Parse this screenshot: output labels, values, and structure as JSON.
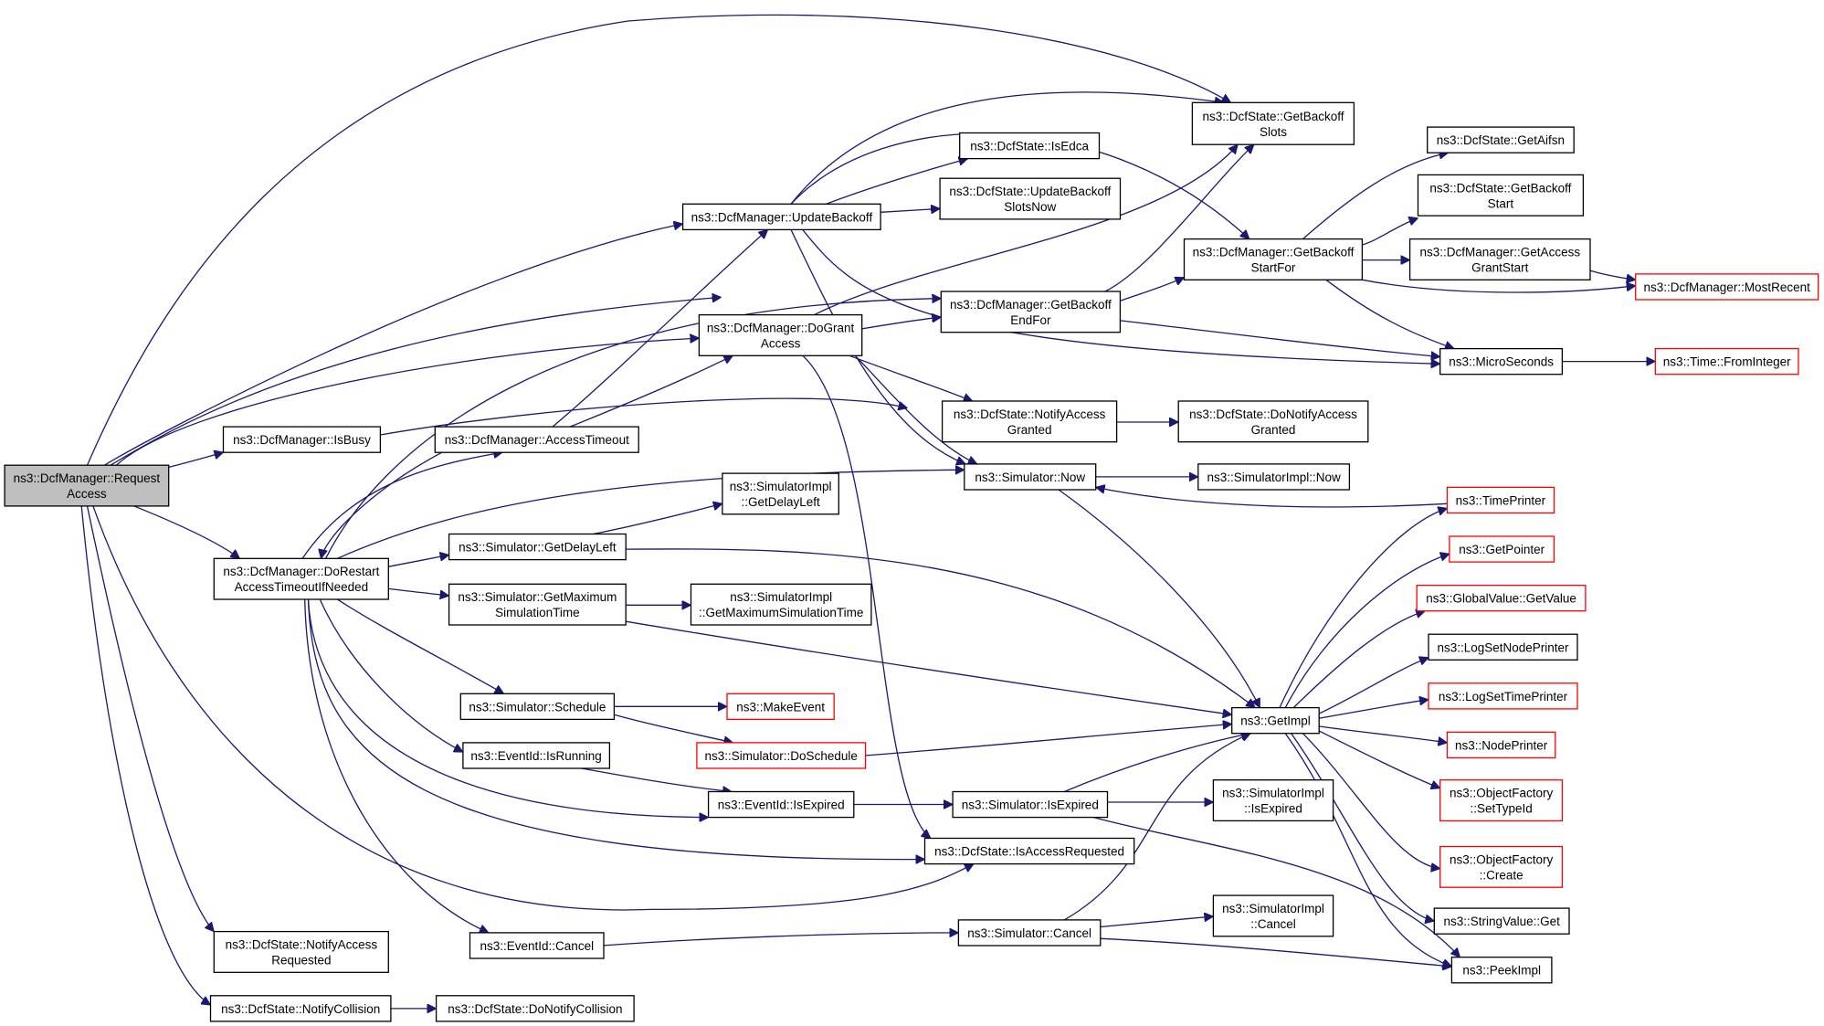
{
  "graph": {
    "colors": {
      "edge": "#191970",
      "node_border": "#000000",
      "truncated_node_border": "#ff0000",
      "focus_node_fill": "#bfbfbf",
      "node_fill": "#ffffff"
    },
    "nodes": {
      "request_access": {
        "lines": [
          "ns3::DcfManager::Request",
          "Access"
        ],
        "focus": true
      },
      "is_busy": {
        "lines": [
          "ns3::DcfManager::IsBusy"
        ]
      },
      "do_restart": {
        "lines": [
          "ns3::DcfManager::DoRestart",
          "AccessTimeoutIfNeeded"
        ]
      },
      "notify_access_requested": {
        "lines": [
          "ns3::DcfState::NotifyAccess",
          "Requested"
        ]
      },
      "notify_collision": {
        "lines": [
          "ns3::DcfState::NotifyCollision"
        ]
      },
      "do_notify_collision": {
        "lines": [
          "ns3::DcfState::DoNotifyCollision"
        ]
      },
      "update_backoff": {
        "lines": [
          "ns3::DcfManager::UpdateBackoff"
        ]
      },
      "do_grant_access": {
        "lines": [
          "ns3::DcfManager::DoGrant",
          "Access"
        ]
      },
      "access_timeout": {
        "lines": [
          "ns3::DcfManager::AccessTimeout"
        ]
      },
      "get_delay_left": {
        "lines": [
          "ns3::Simulator::GetDelayLeft"
        ]
      },
      "get_maximum_sim_time": {
        "lines": [
          "ns3::Simulator::GetMaximum",
          "SimulationTime"
        ]
      },
      "schedule": {
        "lines": [
          "ns3::Simulator::Schedule"
        ]
      },
      "eventid_is_running": {
        "lines": [
          "ns3::EventId::IsRunning"
        ]
      },
      "eventid_cancel": {
        "lines": [
          "ns3::EventId::Cancel"
        ]
      },
      "impl_get_delay_left": {
        "lines": [
          "ns3::SimulatorImpl",
          "::GetDelayLeft"
        ]
      },
      "impl_get_max_sim_time": {
        "lines": [
          "ns3::SimulatorImpl",
          "::GetMaximumSimulationTime"
        ]
      },
      "make_event": {
        "lines": [
          "ns3::MakeEvent"
        ],
        "truncated": true
      },
      "do_schedule": {
        "lines": [
          "ns3::Simulator::DoSchedule"
        ],
        "truncated": true
      },
      "eventid_is_expired": {
        "lines": [
          "ns3::EventId::IsExpired"
        ]
      },
      "is_edca": {
        "lines": [
          "ns3::DcfState::IsEdca"
        ]
      },
      "update_backoff_slots_now": {
        "lines": [
          "ns3::DcfState::UpdateBackoff",
          "SlotsNow"
        ]
      },
      "get_backoff_end_for": {
        "lines": [
          "ns3::DcfManager::GetBackoff",
          "EndFor"
        ]
      },
      "notify_access_granted": {
        "lines": [
          "ns3::DcfState::NotifyAccess",
          "Granted"
        ]
      },
      "simulator_now": {
        "lines": [
          "ns3::Simulator::Now"
        ]
      },
      "simulator_is_expired": {
        "lines": [
          "ns3::Simulator::IsExpired"
        ]
      },
      "is_access_requested": {
        "lines": [
          "ns3::DcfState::IsAccessRequested"
        ]
      },
      "simulator_cancel": {
        "lines": [
          "ns3::Simulator::Cancel"
        ]
      },
      "get_backoff_slots": {
        "lines": [
          "ns3::DcfState::GetBackoff",
          "Slots"
        ]
      },
      "get_backoff_start_for": {
        "lines": [
          "ns3::DcfManager::GetBackoff",
          "StartFor"
        ]
      },
      "do_notify_access_granted": {
        "lines": [
          "ns3::DcfState::DoNotifyAccess",
          "Granted"
        ]
      },
      "impl_now": {
        "lines": [
          "ns3::SimulatorImpl::Now"
        ]
      },
      "get_impl": {
        "lines": [
          "ns3::GetImpl"
        ]
      },
      "impl_is_expired": {
        "lines": [
          "ns3::SimulatorImpl",
          "::IsExpired"
        ]
      },
      "impl_cancel": {
        "lines": [
          "ns3::SimulatorImpl",
          "::Cancel"
        ]
      },
      "get_aifsn": {
        "lines": [
          "ns3::DcfState::GetAifsn"
        ]
      },
      "get_backoff_start": {
        "lines": [
          "ns3::DcfState::GetBackoff",
          "Start"
        ]
      },
      "get_access_grant_start": {
        "lines": [
          "ns3::DcfManager::GetAccess",
          "GrantStart"
        ]
      },
      "micro_seconds": {
        "lines": [
          "ns3::MicroSeconds"
        ]
      },
      "time_printer": {
        "lines": [
          "ns3::TimePrinter"
        ],
        "truncated": true
      },
      "get_pointer": {
        "lines": [
          "ns3::GetPointer"
        ],
        "truncated": true
      },
      "global_value_get_value": {
        "lines": [
          "ns3::GlobalValue::GetValue"
        ],
        "truncated": true
      },
      "log_set_node_printer": {
        "lines": [
          "ns3::LogSetNodePrinter"
        ]
      },
      "log_set_time_printer": {
        "lines": [
          "ns3::LogSetTimePrinter"
        ],
        "truncated": true
      },
      "node_printer": {
        "lines": [
          "ns3::NodePrinter"
        ],
        "truncated": true
      },
      "object_factory_set_type_id": {
        "lines": [
          "ns3::ObjectFactory",
          "::SetTypeId"
        ],
        "truncated": true
      },
      "object_factory_create": {
        "lines": [
          "ns3::ObjectFactory",
          "::Create"
        ],
        "truncated": true
      },
      "string_value_get": {
        "lines": [
          "ns3::StringValue::Get"
        ]
      },
      "peek_impl": {
        "lines": [
          "ns3::PeekImpl"
        ]
      },
      "most_recent": {
        "lines": [
          "ns3::DcfManager::MostRecent"
        ],
        "truncated": true
      },
      "time_from_integer": {
        "lines": [
          "ns3::Time::FromInteger"
        ],
        "truncated": true
      }
    },
    "edges": [
      [
        "request_access",
        "get_backoff_slots"
      ],
      [
        "request_access",
        "update_backoff"
      ],
      [
        "request_access",
        "get_backoff_end_for"
      ],
      [
        "request_access",
        "do_grant_access"
      ],
      [
        "request_access",
        "is_busy"
      ],
      [
        "request_access",
        "do_restart"
      ],
      [
        "request_access",
        "is_access_requested"
      ],
      [
        "request_access",
        "notify_access_requested"
      ],
      [
        "request_access",
        "notify_collision"
      ],
      [
        "is_busy",
        "simulator_now"
      ],
      [
        "do_restart",
        "access_timeout"
      ],
      [
        "do_restart",
        "simulator_now"
      ],
      [
        "do_restart",
        "get_delay_left"
      ],
      [
        "do_restart",
        "get_maximum_sim_time"
      ],
      [
        "do_restart",
        "schedule"
      ],
      [
        "do_restart",
        "eventid_is_running"
      ],
      [
        "do_restart",
        "eventid_is_expired"
      ],
      [
        "do_restart",
        "is_access_requested"
      ],
      [
        "do_restart",
        "eventid_cancel"
      ],
      [
        "do_restart",
        "get_backoff_end_for"
      ],
      [
        "access_timeout",
        "update_backoff"
      ],
      [
        "access_timeout",
        "do_grant_access"
      ],
      [
        "access_timeout",
        "do_restart"
      ],
      [
        "notify_collision",
        "do_notify_collision"
      ],
      [
        "update_backoff",
        "get_backoff_slots"
      ],
      [
        "update_backoff",
        "is_edca"
      ],
      [
        "update_backoff",
        "update_backoff_slots_now"
      ],
      [
        "update_backoff",
        "get_backoff_start_for"
      ],
      [
        "update_backoff",
        "micro_seconds"
      ],
      [
        "update_backoff",
        "simulator_now"
      ],
      [
        "do_grant_access",
        "get_backoff_slots"
      ],
      [
        "do_grant_access",
        "get_backoff_end_for"
      ],
      [
        "do_grant_access",
        "notify_access_granted"
      ],
      [
        "do_grant_access",
        "is_access_requested"
      ],
      [
        "do_grant_access",
        "simulator_now"
      ],
      [
        "get_delay_left",
        "impl_get_delay_left"
      ],
      [
        "get_delay_left",
        "get_impl"
      ],
      [
        "get_maximum_sim_time",
        "impl_get_max_sim_time"
      ],
      [
        "get_maximum_sim_time",
        "get_impl"
      ],
      [
        "schedule",
        "make_event"
      ],
      [
        "schedule",
        "do_schedule"
      ],
      [
        "do_schedule",
        "get_impl"
      ],
      [
        "eventid_is_running",
        "eventid_is_expired"
      ],
      [
        "eventid_is_expired",
        "simulator_is_expired"
      ],
      [
        "eventid_cancel",
        "simulator_cancel"
      ],
      [
        "get_backoff_end_for",
        "get_backoff_slots"
      ],
      [
        "get_backoff_end_for",
        "get_backoff_start_for"
      ],
      [
        "get_backoff_end_for",
        "micro_seconds"
      ],
      [
        "notify_access_granted",
        "do_notify_access_granted"
      ],
      [
        "simulator_now",
        "impl_now"
      ],
      [
        "simulator_now",
        "get_impl"
      ],
      [
        "simulator_is_expired",
        "get_impl"
      ],
      [
        "simulator_is_expired",
        "impl_is_expired"
      ],
      [
        "simulator_is_expired",
        "peek_impl"
      ],
      [
        "simulator_cancel",
        "get_impl"
      ],
      [
        "simulator_cancel",
        "impl_cancel"
      ],
      [
        "simulator_cancel",
        "peek_impl"
      ],
      [
        "get_backoff_start_for",
        "get_aifsn"
      ],
      [
        "get_backoff_start_for",
        "get_backoff_start"
      ],
      [
        "get_backoff_start_for",
        "get_access_grant_start"
      ],
      [
        "get_backoff_start_for",
        "most_recent"
      ],
      [
        "get_backoff_start_for",
        "micro_seconds"
      ],
      [
        "get_access_grant_start",
        "most_recent"
      ],
      [
        "micro_seconds",
        "time_from_integer"
      ],
      [
        "time_printer",
        "simulator_now"
      ],
      [
        "get_impl",
        "time_printer"
      ],
      [
        "get_impl",
        "get_pointer"
      ],
      [
        "get_impl",
        "global_value_get_value"
      ],
      [
        "get_impl",
        "log_set_node_printer"
      ],
      [
        "get_impl",
        "log_set_time_printer"
      ],
      [
        "get_impl",
        "node_printer"
      ],
      [
        "get_impl",
        "object_factory_set_type_id"
      ],
      [
        "get_impl",
        "object_factory_create"
      ],
      [
        "get_impl",
        "string_value_get"
      ],
      [
        "get_impl",
        "peek_impl"
      ]
    ]
  }
}
